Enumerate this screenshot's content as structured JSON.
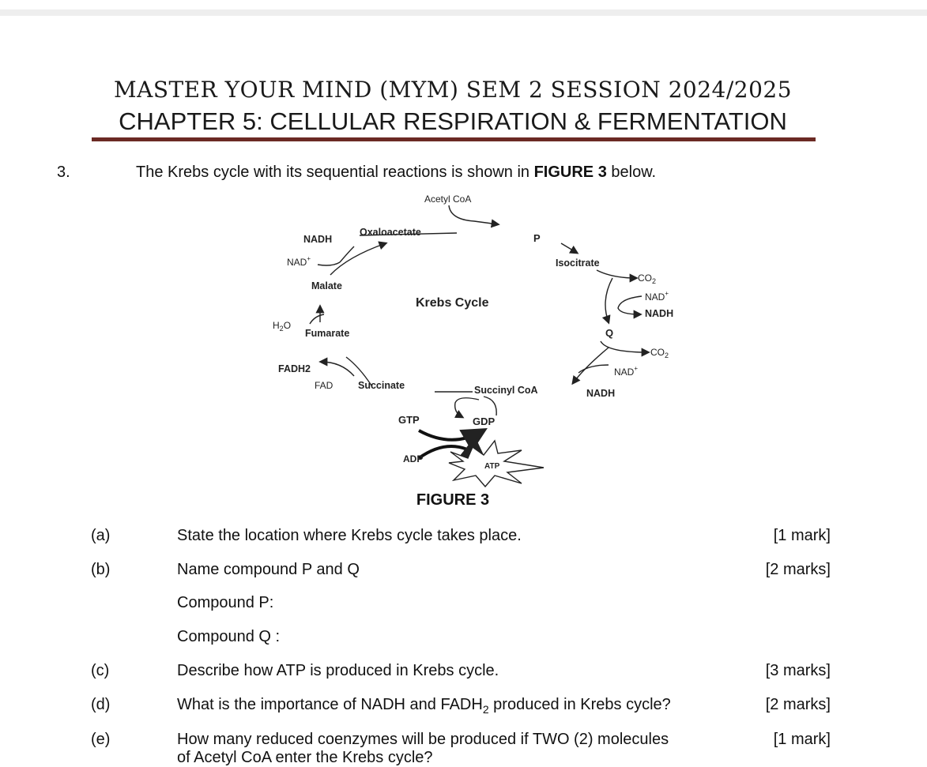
{
  "header": {
    "title": "MASTER YOUR MIND (MYM) SEM 2 SESSION 2024/2025",
    "chapter": "CHAPTER 5: CELLULAR RESPIRATION & FERMENTATION"
  },
  "question": {
    "number": "3.",
    "intro_before": "The Krebs cycle with its sequential reactions is shown in ",
    "intro_bold": "FIGURE 3",
    "intro_after": " below."
  },
  "figure": {
    "caption": "FIGURE 3",
    "labels": {
      "acetyl_coa": "Acetyl CoA",
      "oxaloacetate": "Oxaloacetate",
      "p": "P",
      "isocitrate": "Isocitrate",
      "co2_1": "CO",
      "co2_2": "CO",
      "sub2": "2",
      "nad_plus_1": "NAD",
      "nad_plus_2": "NAD",
      "nad_plus_left": "NAD",
      "plus": "+",
      "nadh_1": "NADH",
      "nadh_2": "NADH",
      "nadh_left": "NADH",
      "q": "Q",
      "krebs_cycle": "Krebs Cycle",
      "malate": "Malate",
      "h2o_h": "H",
      "h2o_o": "O",
      "fumarate": "Fumarate",
      "fadh2": "FADH2",
      "fad": "FAD",
      "succinate": "Succinate",
      "succinyl_coa": "Succinyl CoA",
      "gtp": "GTP",
      "gdp": "GDP",
      "adp": "ADP",
      "atp": "ATP"
    }
  },
  "items": [
    {
      "label": "(a)",
      "text": "State the location where Krebs cycle takes place.",
      "marks": "[1 mark]"
    },
    {
      "label": "(b)",
      "text": "Name compound P and Q",
      "marks": "[2 marks]"
    },
    {
      "label": "",
      "text": "Compound P:",
      "marks": ""
    },
    {
      "label": "",
      "text": "Compound Q :",
      "marks": ""
    },
    {
      "label": "(c)",
      "text": "Describe how ATP is produced in Krebs cycle.",
      "marks": "[3 marks]"
    },
    {
      "label": "(d)",
      "text_before": "What is the importance of NADH and FADH",
      "text_sub": "2",
      "text_after": " produced in Krebs cycle?",
      "marks": "[2 marks]"
    },
    {
      "label": "(e)",
      "text": "How many reduced coenzymes will be produced if TWO (2) molecules",
      "text2": "of Acetyl CoA enter the Krebs cycle?",
      "marks": "[1 mark]"
    }
  ]
}
